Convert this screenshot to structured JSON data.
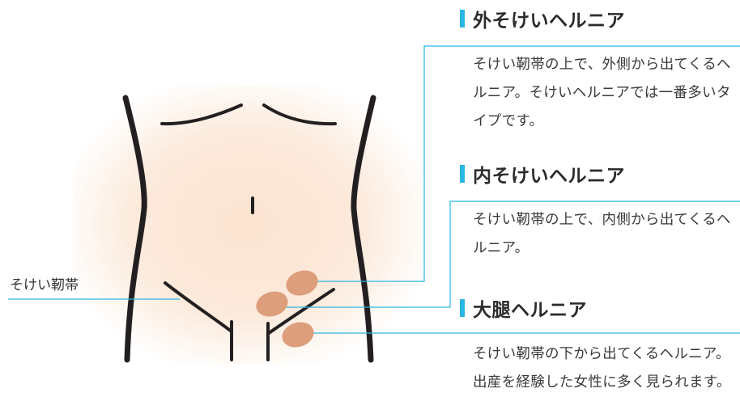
{
  "colors": {
    "accent": "#29b6e6",
    "skin_glow": "#fbe3d0",
    "body_outline": "#231f20",
    "hernia_spot": "#dd9e7c"
  },
  "ligament_label": "そけい靭帯",
  "sections": [
    {
      "title": "外そけいヘルニア",
      "description": "そけい靭帯の上で、外側から出てくるヘルニア。そけいヘルニアでは一番多いタイプです。"
    },
    {
      "title": "内そけいヘルニア",
      "description": "そけい靭帯の上で、内側から出てくるヘルニア。"
    },
    {
      "title": "大腿ヘルニア",
      "description": "そけい靭帯の下から出てくるヘルニア。出産を経験した女性に多く見られます。"
    }
  ]
}
